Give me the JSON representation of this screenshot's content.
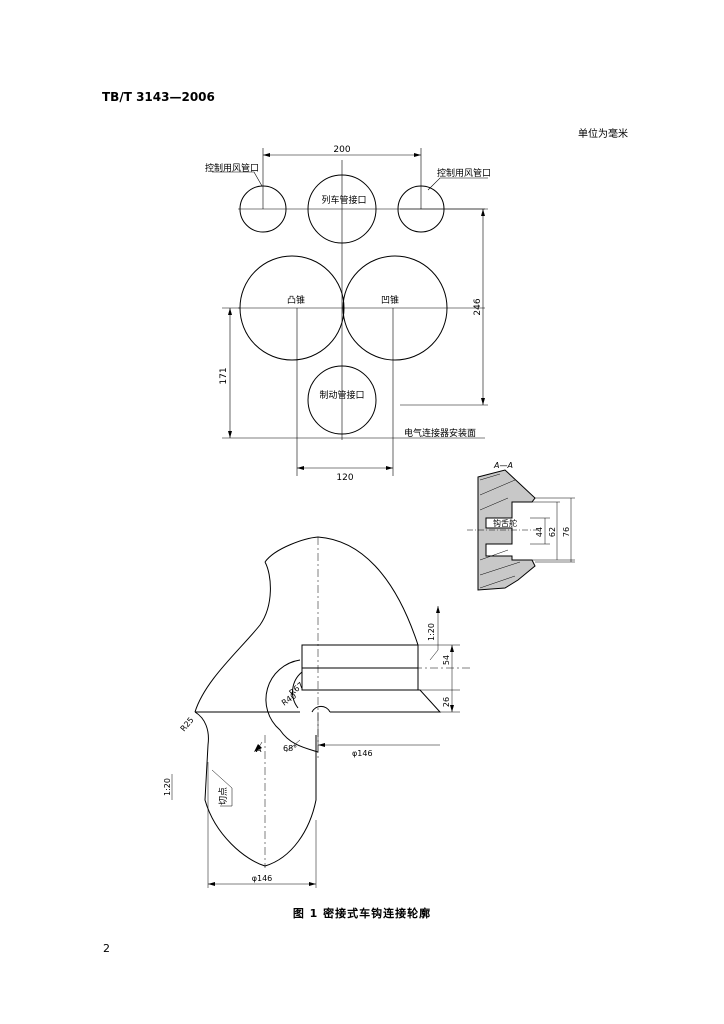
{
  "header": {
    "standard_number": "TB/T 3143—2006"
  },
  "unit_note": "单位为毫米",
  "diagram_top": {
    "dim_200": "200",
    "dim_246": "246",
    "dim_171": "171",
    "dim_120": "120",
    "label_air_left": "控制用风管口",
    "label_air_right": "控制用风管口",
    "label_train_pipe": "列车管接口",
    "label_convex_cone": "凸锥",
    "label_concave_cone": "凹锥",
    "label_brake_pipe": "制动管接口",
    "label_electric_plane": "电气连接器安装面"
  },
  "diagram_section": {
    "title": "A—A",
    "label_hook_tongue": "钩舌舵",
    "dim_44": "44",
    "dim_62": "62",
    "dim_76": "76"
  },
  "diagram_bottom": {
    "taper_top": "1:20",
    "taper_left": "1:20",
    "dim_54": "54",
    "dim_26": "26",
    "dim_r67": "R67",
    "dim_r40": "R40",
    "dim_r25": "R25",
    "dim_phi146_mid": "φ146",
    "dim_phi146_bottom": "φ146",
    "dim_68": "68°",
    "label_tangent": "切点",
    "label_a": "A"
  },
  "figure_caption": "图 1   密接式车钩连接轮廓",
  "page_number": "2"
}
